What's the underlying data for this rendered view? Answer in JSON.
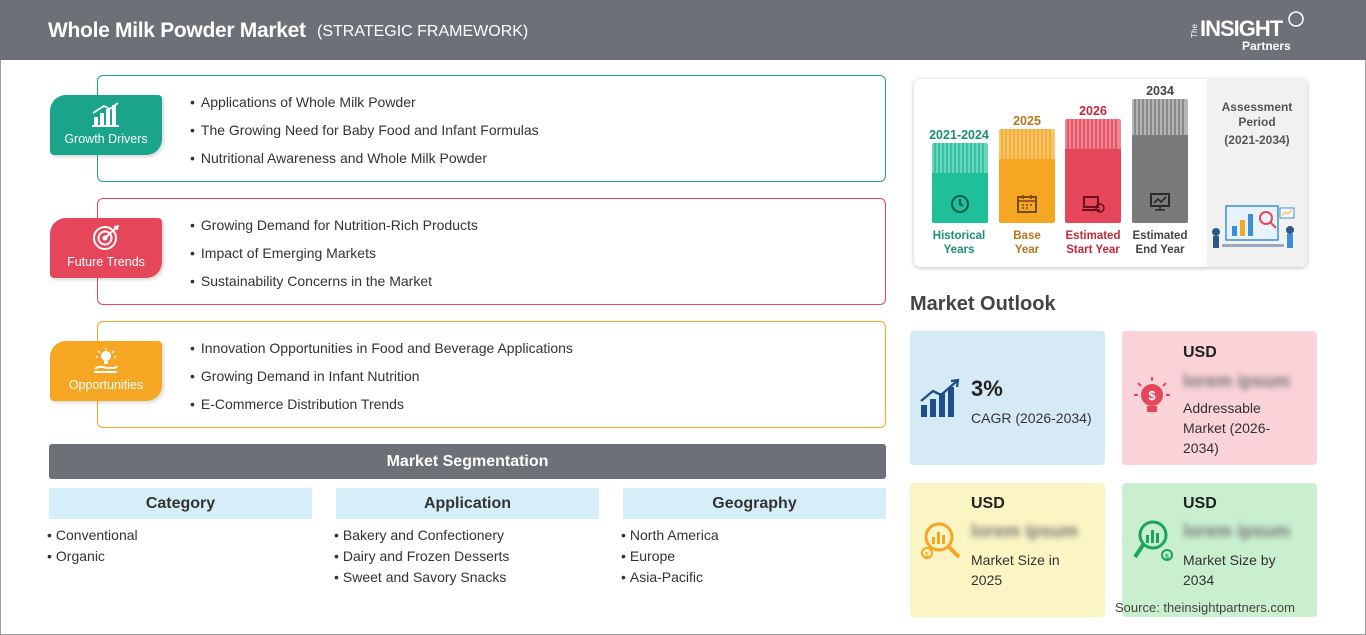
{
  "header": {
    "title": "Whole Milk Powder Market",
    "subtitle": "(STRATEGIC FRAMEWORK)",
    "logo": {
      "the": "The",
      "insight": "INSIGHT",
      "partners": "Partners"
    }
  },
  "framework": [
    {
      "label": "Growth Drivers",
      "color": "#1aa58a",
      "items": [
        "Applications of Whole Milk Powder",
        "The Growing Need for Baby Food and Infant Formulas",
        "Nutritional Awareness and Whole Milk Powder"
      ]
    },
    {
      "label": "Future Trends",
      "color": "#e6465a",
      "items": [
        "Growing Demand for Nutrition-Rich Products",
        "Impact of Emerging Markets",
        "Sustainability Concerns in the Market"
      ]
    },
    {
      "label": "Opportunities",
      "color": "#f5a623",
      "items": [
        "Innovation Opportunities in Food and Beverage Applications",
        "Growing Demand in Infant Nutrition",
        "E-Commerce Distribution Trends"
      ]
    }
  ],
  "segmentation": {
    "title": "Market Segmentation",
    "columns": [
      {
        "heading": "Category",
        "items": [
          "Conventional",
          "Organic"
        ]
      },
      {
        "heading": "Application",
        "items": [
          "Bakery and Confectionery",
          "Dairy and Frozen Desserts",
          "Sweet and Savory Snacks"
        ]
      },
      {
        "heading": "Geography",
        "items": [
          "North America",
          "Europe",
          "Asia-Pacific"
        ]
      }
    ]
  },
  "timeline": {
    "periods": [
      {
        "year": "2021-2024",
        "caption_1": "Historical",
        "caption_2": "Years",
        "color": "#1fbf9a",
        "text_color": "#1a8f73"
      },
      {
        "year": "2025",
        "caption_1": "Base",
        "caption_2": "Year",
        "color": "#f5a623",
        "text_color": "#b8741a"
      },
      {
        "year": "2026",
        "caption_1": "Estimated",
        "caption_2": "Start Year",
        "color": "#e6465a",
        "text_color": "#c0283c"
      },
      {
        "year": "2034",
        "caption_1": "Estimated",
        "caption_2": "End Year",
        "color": "#7a7a7a",
        "text_color": "#444444"
      }
    ],
    "assessment_label": "Assessment Period",
    "assessment_period": "(2021-2034)"
  },
  "outlook": {
    "title": "Market Outlook",
    "cagr": {
      "value": "3%",
      "label": "CAGR (2026-2034)"
    },
    "addressable": {
      "currency": "USD",
      "value": "lorem ipsum",
      "label": "Addressable Market (2026-2034)"
    },
    "size_2025": {
      "currency": "USD",
      "value": "lorem ipsum",
      "label": "Market Size in 2025"
    },
    "size_2034": {
      "currency": "USD",
      "value": "lorem ipsum",
      "label": "Market Size by 2034"
    }
  },
  "source": "Source: theinsightpartners.com",
  "colors": {
    "header_bg": "#6d7077",
    "cagr_bg": "#d6eaf5",
    "addressable_bg": "#f9d3d8",
    "size_2025_bg": "#fbf5c3",
    "size_2034_bg": "#c9efcf"
  }
}
